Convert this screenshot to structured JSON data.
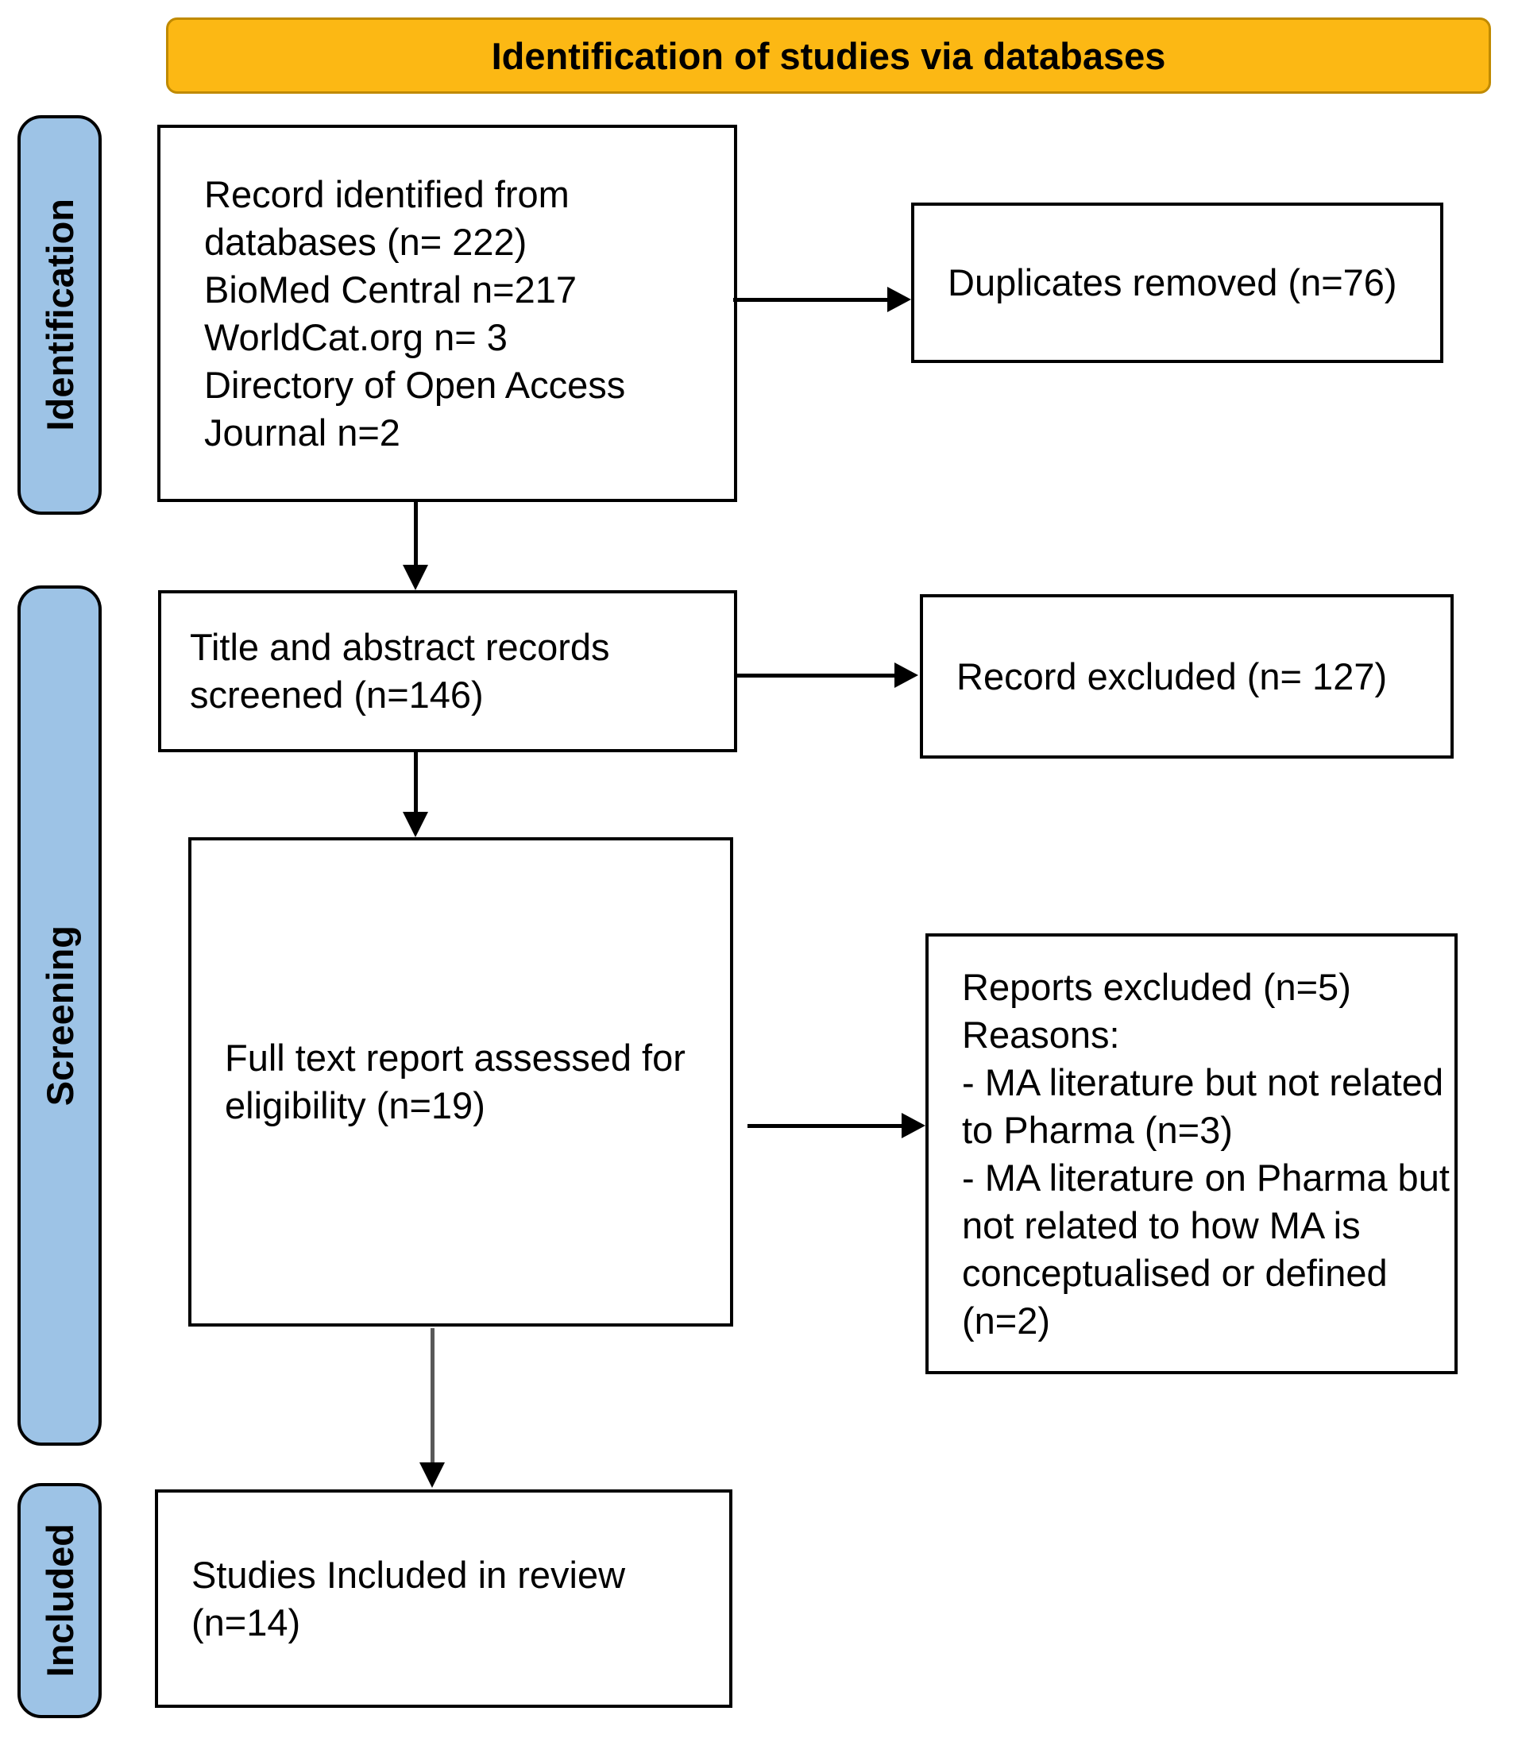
{
  "diagram": {
    "banner": "Identification of studies via databases",
    "stages": [
      "Identification",
      "Screening",
      "Included"
    ],
    "boxes": {
      "identified": "Record identified from\ndatabases (n= 222)\nBioMed Central n=217\nWorldCat.org n= 3\nDirectory of Open Access\nJournal n=2",
      "duplicates": "Duplicates removed (n=76)",
      "screened": "Title and abstract records\nscreened (n=146)",
      "record_excluded": "Record excluded (n= 127)",
      "fulltext": "Full text report assessed for\neligibility (n=19)",
      "reports_excluded": "Reports excluded (n=5)\nReasons:\n- MA literature but not related\nto Pharma (n=3)\n- MA literature on Pharma but\nnot related to how MA is\nconceptualised or defined\n(n=2)",
      "included": "Studies Included in review\n(n=14)"
    },
    "colors": {
      "banner_bg": "#FCB814",
      "banner_border": "#C08A00",
      "stage_bg": "#9DC3E6",
      "line": "#000000"
    }
  }
}
